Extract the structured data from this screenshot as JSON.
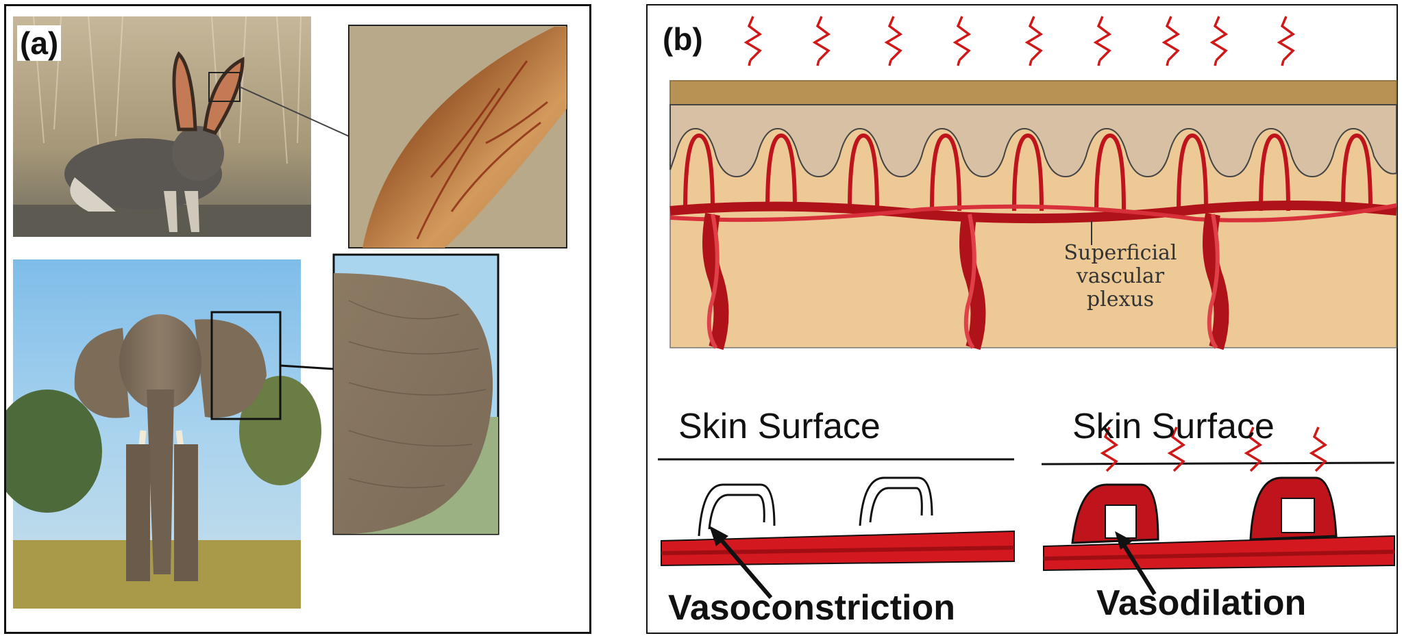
{
  "panel_a": {
    "label": "(a)",
    "animals": [
      "hare",
      "elephant"
    ]
  },
  "panel_b": {
    "label": "(b)",
    "plexus_label": [
      "Superficial",
      "vascular",
      "plexus"
    ],
    "left_surface_label": "Skin Surface",
    "right_surface_label": "Skin Surface",
    "left_caption": "Vasoconstriction",
    "right_caption": "Vasodilation"
  },
  "colors": {
    "blood": "#c0141c",
    "dermis": "#ecc995",
    "epidermis": "#d7c0a3",
    "stratum": "#b89154",
    "sky": "#8fc6e9"
  }
}
